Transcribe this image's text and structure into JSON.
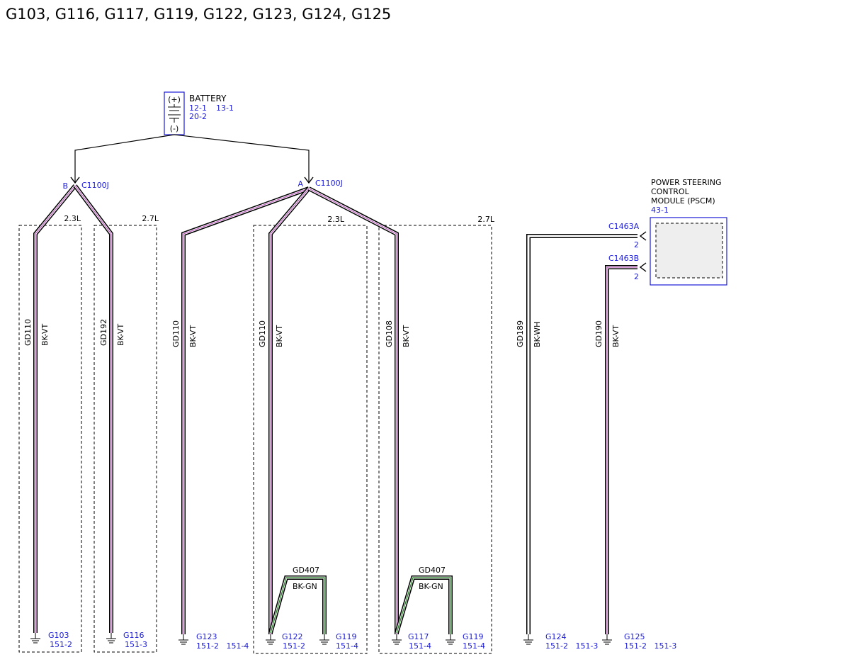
{
  "title": "G103, G116, G117, G119, G122, G123, G124, G125",
  "battery": {
    "name": "BATTERY",
    "plus": "(+)",
    "minus": "(-)",
    "ref_a": "12-1",
    "ref_b": "13-1",
    "ref_c": "20-2"
  },
  "connectors": {
    "c1100j_b": {
      "pin": "B",
      "name": "C1100J"
    },
    "c1100j_a": {
      "pin": "A",
      "name": "C1100J"
    },
    "c1463a": {
      "name": "C1463A",
      "pin": "2"
    },
    "c1463b": {
      "name": "C1463B",
      "pin": "2"
    }
  },
  "pscm": {
    "line1": "POWER STEERING",
    "line2": "CONTROL",
    "line3": "MODULE (PSCM)",
    "ref": "43-1"
  },
  "engine_boxes": {
    "box1": "2.3L",
    "box2": "2.7L",
    "box3": "2.3L",
    "box4": "2.7L"
  },
  "wires": [
    {
      "circuit": "GD110",
      "color": "BK-VT"
    },
    {
      "circuit": "GD192",
      "color": "BK-VT"
    },
    {
      "circuit": "GD110",
      "color": "BK-VT"
    },
    {
      "circuit": "GD110",
      "color": "BK-VT"
    },
    {
      "circuit": "GD108",
      "color": "BK-VT"
    },
    {
      "circuit": "GD189",
      "color": "BK-WH"
    },
    {
      "circuit": "GD190",
      "color": "BK-VT"
    }
  ],
  "jumpers": [
    {
      "circuit": "GD407",
      "color": "BK-GN"
    },
    {
      "circuit": "GD407",
      "color": "BK-GN"
    }
  ],
  "grounds": [
    {
      "name": "G103",
      "refs": "151-2"
    },
    {
      "name": "G116",
      "refs": "151-3"
    },
    {
      "name": "G123",
      "refs": "151-2   151-4"
    },
    {
      "name": "G122",
      "refs": "151-2"
    },
    {
      "name": "G119",
      "refs": "151-4"
    },
    {
      "name": "G117",
      "refs": "151-4"
    },
    {
      "name": "G119",
      "refs": "151-4"
    },
    {
      "name": "G124",
      "refs": "151-2   151-3"
    },
    {
      "name": "G125",
      "refs": "151-2   151-3"
    }
  ],
  "colors": {
    "wire_outer": "#000000",
    "wire_violet": "#c060c0",
    "wire_green": "#1f7a1f",
    "wire_white": "#ffffff",
    "reference_blue": "#1a1ad6",
    "module_fill": "#eeeeee"
  }
}
